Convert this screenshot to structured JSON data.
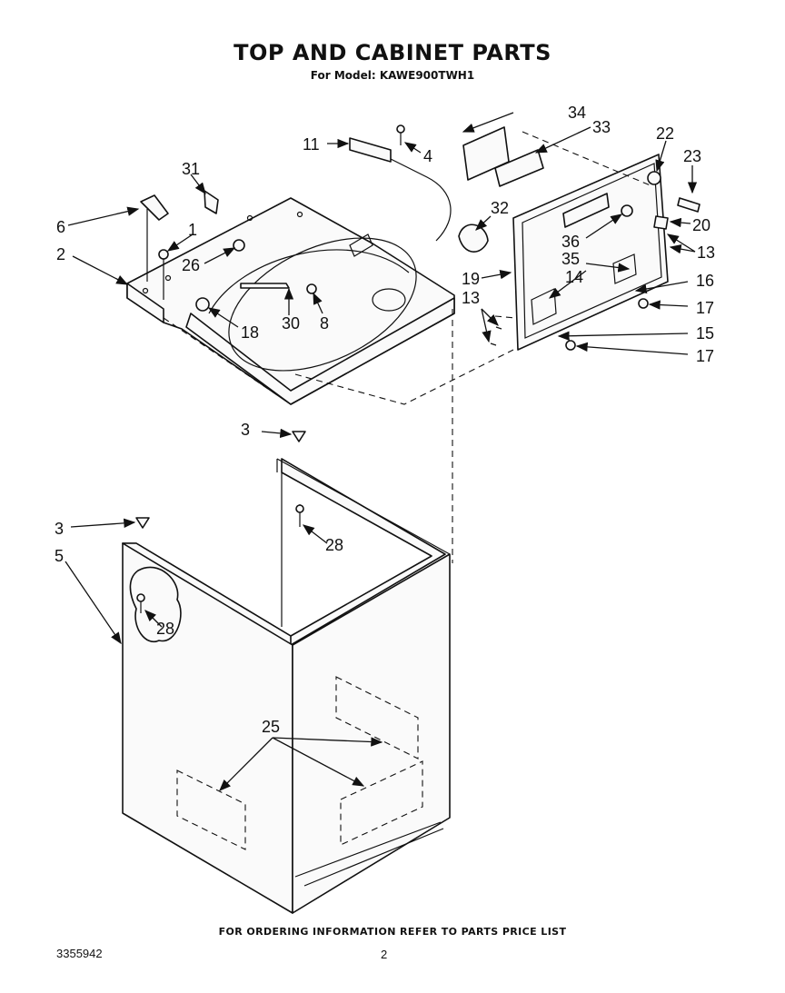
{
  "title": "TOP AND CABINET PARTS",
  "subtitle": "For Model: KAWE900TWH1",
  "footer_note": "FOR ORDERING INFORMATION REFER TO PARTS PRICE LIST",
  "document_number": "3355942",
  "page_number": "2",
  "callouts": {
    "c1": "1",
    "c2": "2",
    "c3a": "3",
    "c3b": "3",
    "c4": "4",
    "c5": "5",
    "c6": "6",
    "c8": "8",
    "c11": "11",
    "c13a": "13",
    "c13b": "13",
    "c14": "14",
    "c15": "15",
    "c16": "16",
    "c17a": "17",
    "c17b": "17",
    "c18": "18",
    "c19": "19",
    "c20": "20",
    "c22": "22",
    "c23": "23",
    "c25": "25",
    "c26": "26",
    "c28a": "28",
    "c28b": "28",
    "c30": "30",
    "c31": "31",
    "c32": "32",
    "c33": "33",
    "c34": "34",
    "c35": "35",
    "c36": "36"
  }
}
